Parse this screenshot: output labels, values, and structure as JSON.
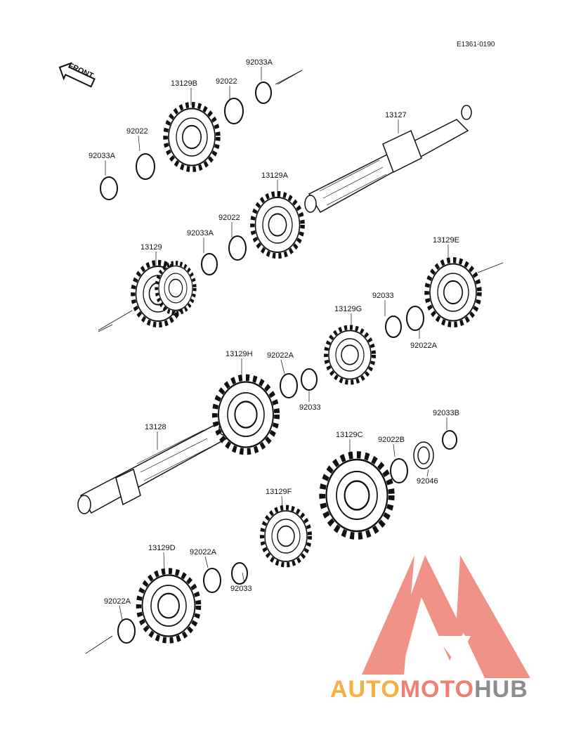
{
  "diagram_id": "E1361-0190",
  "front_label": "FRONT",
  "labels": {
    "p92033A_top": "92033A",
    "p92022_top": "92022",
    "p13129B": "13129B",
    "p92022_left": "92022",
    "p92033A_left": "92033A",
    "p13127": "13127",
    "p13129A": "13129A",
    "p92022_mid": "92022",
    "p92033A_mid": "92033A",
    "p13129": "13129",
    "p13129E": "13129E",
    "p92033_right": "92033",
    "p13129G": "13129G",
    "p92022A_right": "92022A",
    "p13129H": "13129H",
    "p92022A_mid": "92022A",
    "p92033_mid": "92033",
    "p92033B": "92033B",
    "p13128": "13128",
    "p13129C": "13129C",
    "p92022B": "92022B",
    "p92046": "92046",
    "p13129F": "13129F",
    "p13129D": "13129D",
    "p92022A_low": "92022A",
    "p92033_low": "92033",
    "p92022A_bottom": "92022A"
  },
  "logo": {
    "part1": "AUTO",
    "part2": "MOTO",
    "part3": "HUB",
    "color_orange": "#f5b041",
    "color_red": "#ee7f73",
    "color_gray": "#8c8c8c"
  }
}
